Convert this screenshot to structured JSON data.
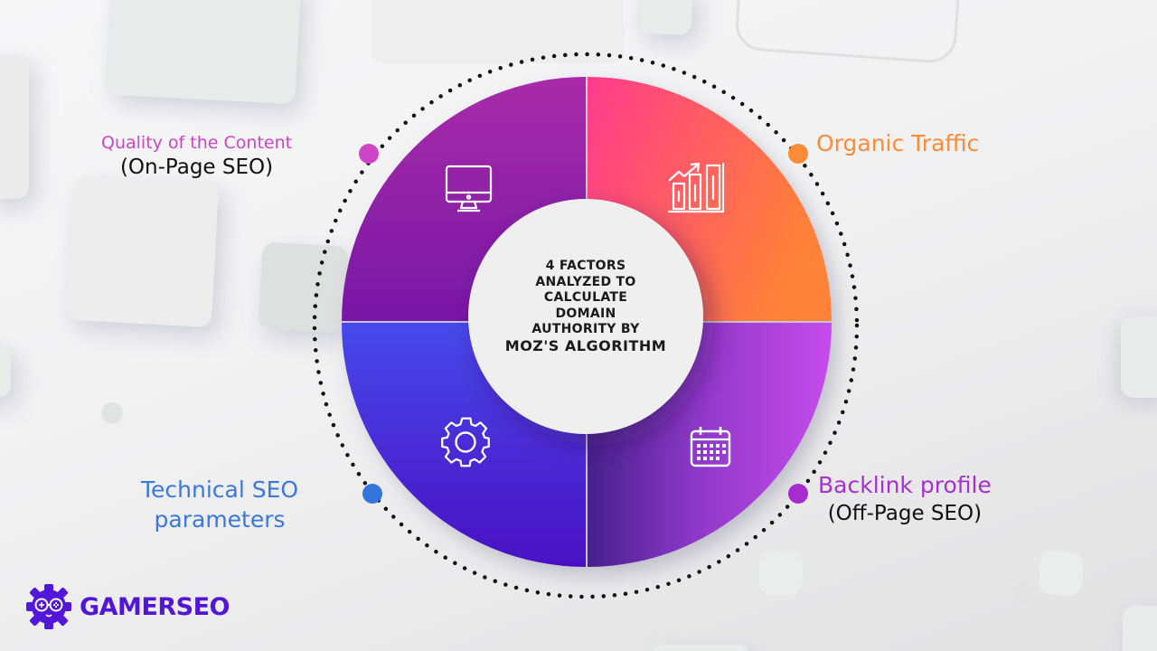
{
  "diagram": {
    "title": "4 FACTORS ANALYZED TO CALCULATE DOMAIN AUTHORITY BY Moz's Algorithm",
    "center_lines": [
      "4 FACTORS",
      "ANALYZED TO",
      "CALCULATE",
      "DOMAIN",
      "AUTHORITY BY",
      "MOZ'S ALGORITHM"
    ],
    "segments": [
      {
        "id": "top-left",
        "label_line1": "Quality of the Content",
        "label_line2": "(On-Page SEO)",
        "label_color": "#cc44c8",
        "dot_color": "#d044c8",
        "icon": "monitor-icon",
        "gradient": [
          "#a62ca6",
          "#7a18a8"
        ]
      },
      {
        "id": "top-right",
        "label_line1": "Organic Traffic",
        "label_line2": "",
        "label_color": "#f98c3a",
        "dot_color": "#fb8b35",
        "icon": "growth-chart-icon",
        "gradient": [
          "#ff3e8a",
          "#ff7e3c"
        ]
      },
      {
        "id": "bottom-right",
        "label_line1": "Backlink profile",
        "label_line2": "(Off-Page SEO)",
        "label_color": "#a72fd1",
        "dot_color": "#a62bd0",
        "icon": "calendar-icon",
        "gradient": [
          "#4a2190",
          "#c249e6"
        ]
      },
      {
        "id": "bottom-left",
        "label_line1": "Technical SEO",
        "label_line2": "parameters",
        "label_color": "#3b78da",
        "dot_color": "#3474dd",
        "icon": "gear-icon",
        "gradient": [
          "#4647e8",
          "#4a12c4"
        ]
      }
    ]
  },
  "brand": {
    "name": "GAMERSEO",
    "color": "#5116d6"
  }
}
